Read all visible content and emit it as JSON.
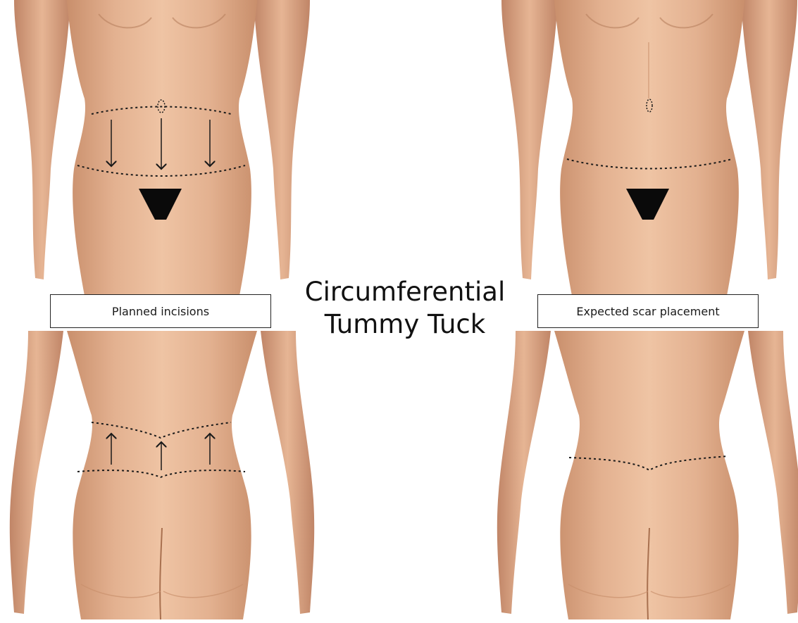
{
  "title": {
    "line1": "Circumferential",
    "line2": "Tummy Tuck"
  },
  "labels": {
    "left": "Planned incisions",
    "right": "Expected scar placement"
  },
  "colors": {
    "skin": "#e3b190",
    "skin_shadow": "#c98f6c",
    "skin_highlight": "#f0c6a6",
    "dark": "#0a0a0a",
    "line": "#1a1a1a"
  },
  "figures": [
    {
      "view": "front",
      "panel": "planned-incisions"
    },
    {
      "view": "front",
      "panel": "expected-scar"
    },
    {
      "view": "back",
      "panel": "planned-incisions"
    },
    {
      "view": "back",
      "panel": "expected-scar"
    }
  ]
}
